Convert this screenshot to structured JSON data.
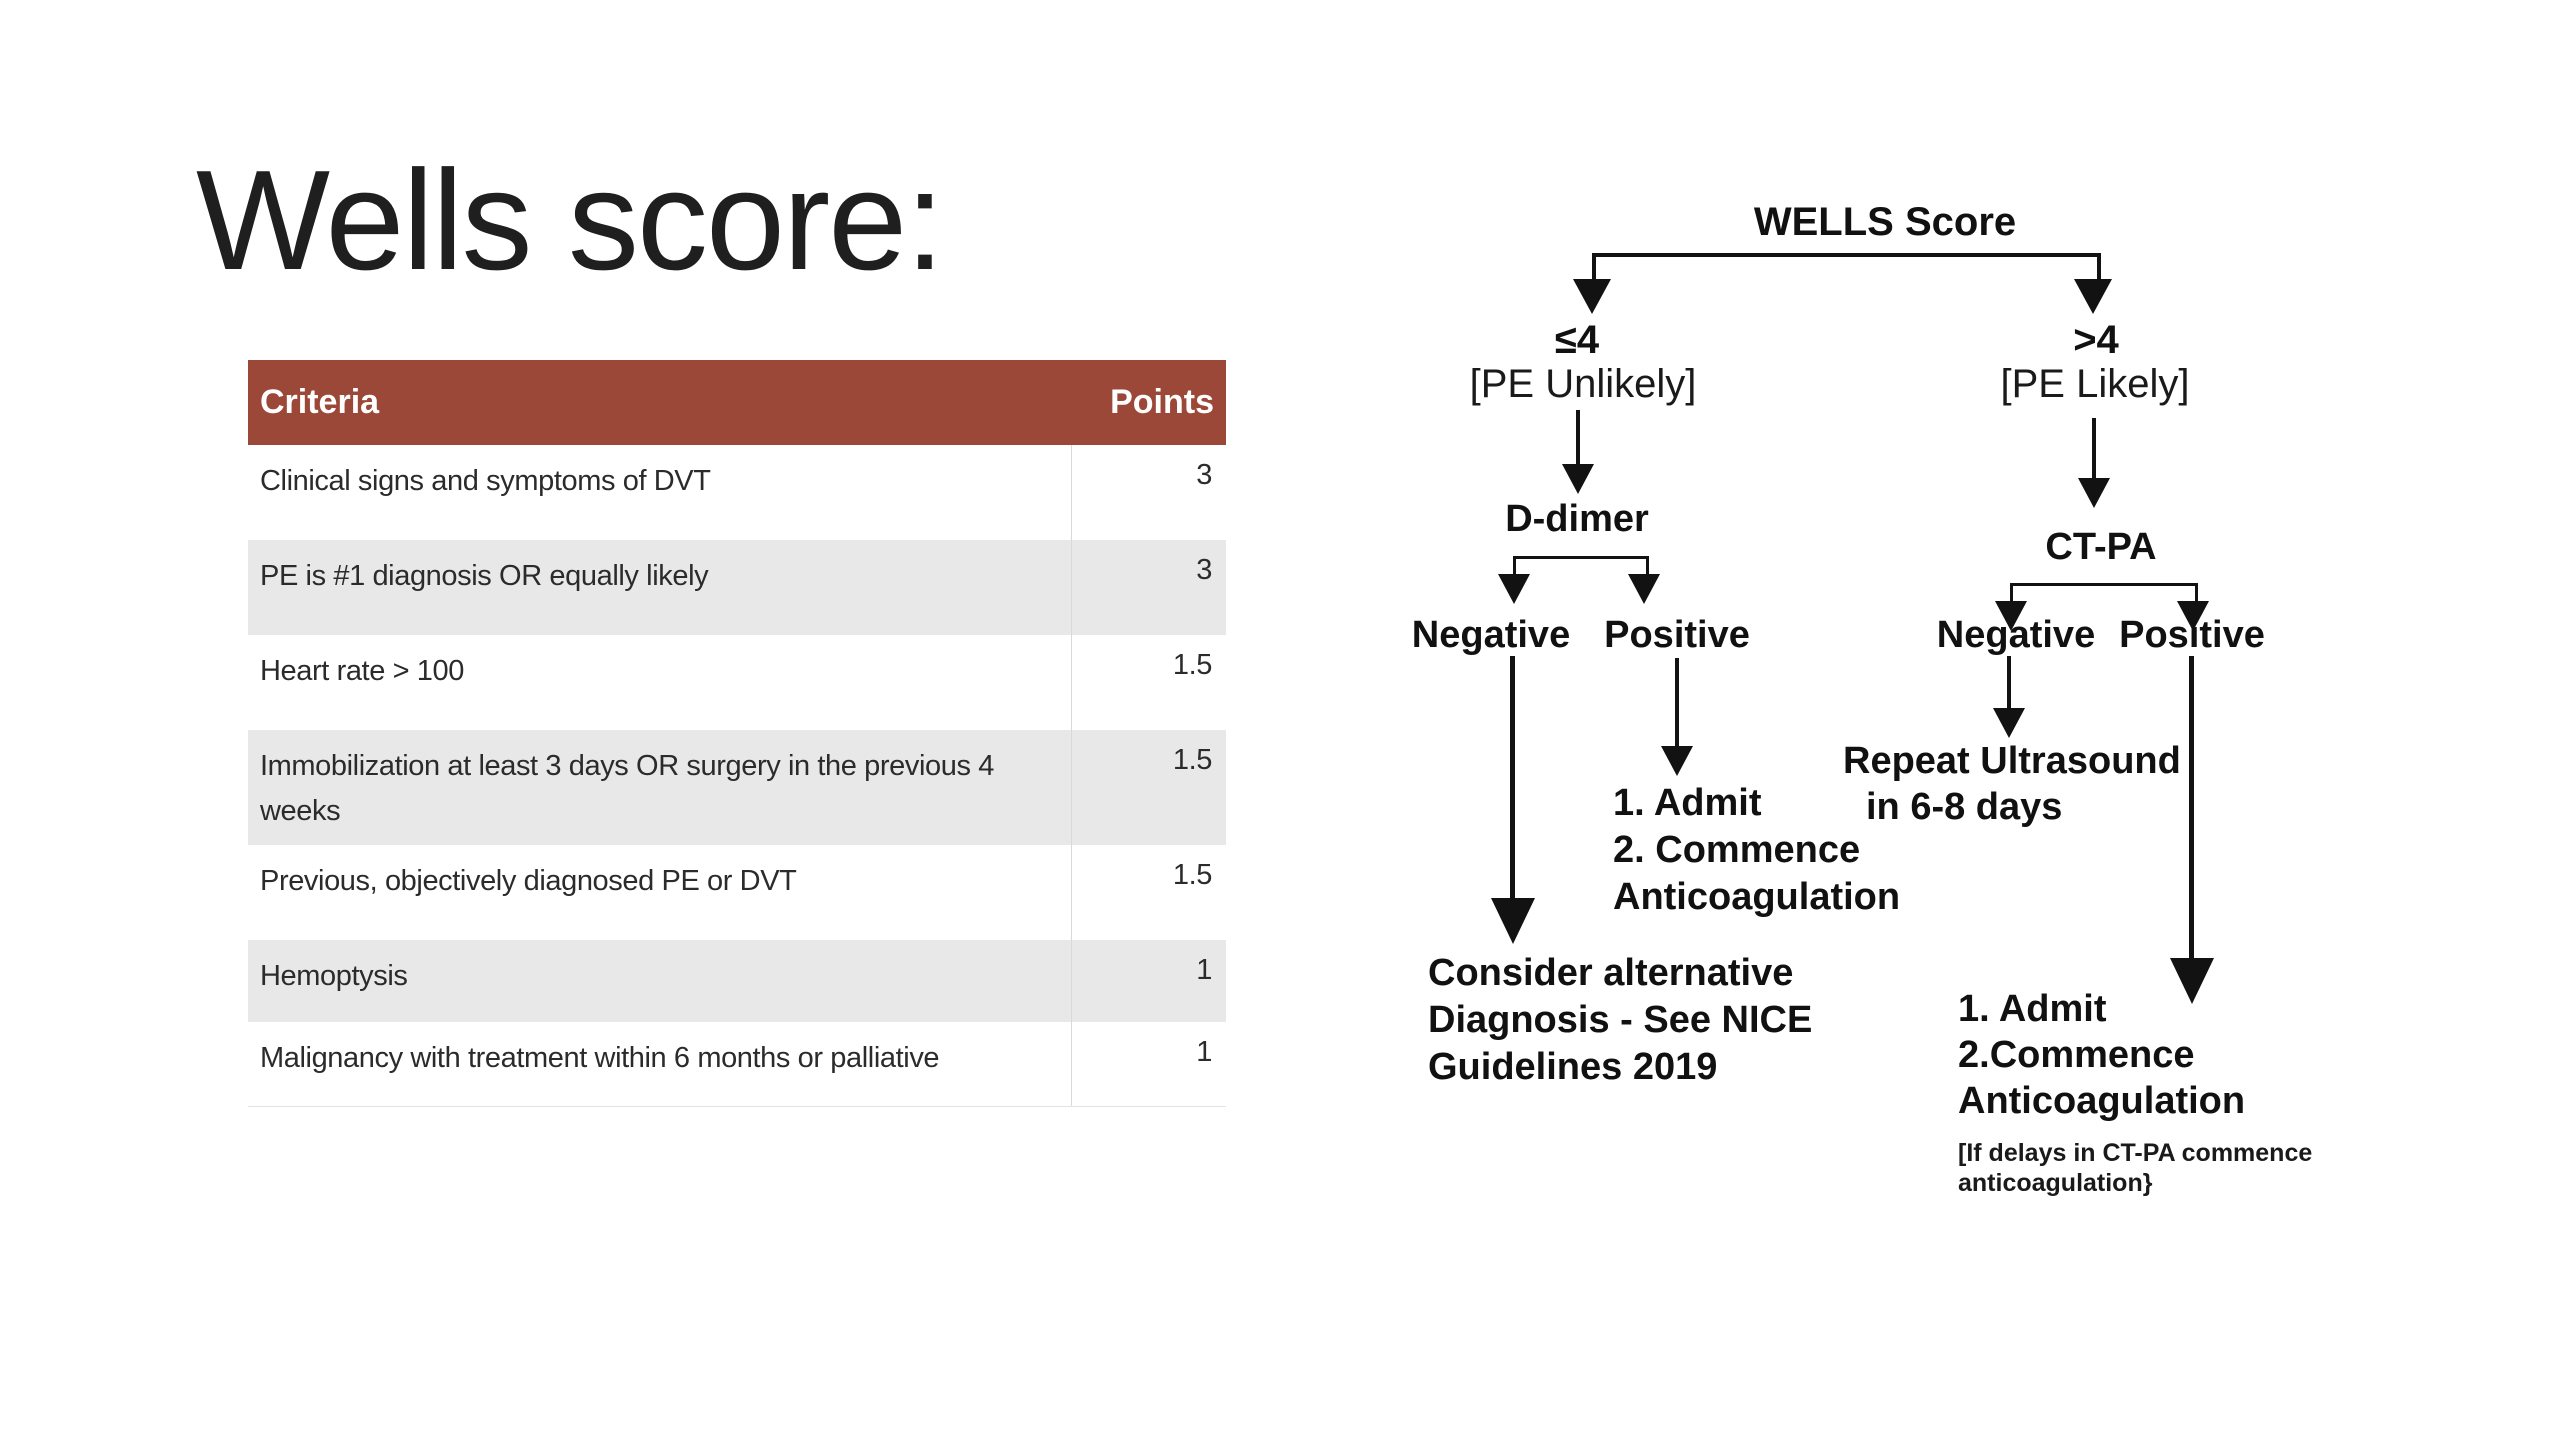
{
  "slide_title": "Wells score:",
  "table": {
    "header": {
      "criteria": "Criteria",
      "points": "Points"
    },
    "rows": [
      {
        "criteria": "Clinical signs and symptoms of DVT",
        "points": "3"
      },
      {
        "criteria": "PE is #1 diagnosis OR equally likely",
        "points": "3"
      },
      {
        "criteria": "Heart rate > 100",
        "points": "1.5"
      },
      {
        "criteria": "Immobilization at least 3 days OR surgery in the previous 4 weeks",
        "points": "1.5"
      },
      {
        "criteria": "Previous, objectively diagnosed PE or DVT",
        "points": "1.5"
      },
      {
        "criteria": "Hemoptysis",
        "points": "1"
      },
      {
        "criteria": "Malignancy with treatment within 6 months or palliative",
        "points": "1"
      }
    ],
    "colors": {
      "header_bg": "#9C4839",
      "header_text": "#FFFFFF",
      "shaded_row_bg": "#E8E8E8"
    }
  },
  "flowchart": {
    "title": "WELLS Score",
    "left": {
      "score": "≤4",
      "likelihood": "[PE Unlikely]",
      "test": "D-dimer",
      "negative_label": "Negative",
      "positive_label": "Positive",
      "positive_outcome": {
        "0": "1. Admit",
        "1": "2. Commence",
        "2": "Anticoagulation"
      },
      "negative_outcome": {
        "0": "Consider alternative",
        "1": "Diagnosis - See NICE",
        "2": "Guidelines 2019"
      }
    },
    "right": {
      "score": ">4",
      "likelihood": "[PE Likely]",
      "test": "CT-PA",
      "negative_label": "Negative",
      "positive_label": "Positive",
      "negative_outcome": {
        "0": "Repeat Ultrasound",
        "1": "in 6-8 days"
      },
      "positive_outcome": {
        "0": "1. Admit",
        "1": "2.Commence",
        "2": "Anticoagulation"
      },
      "positive_note": {
        "0": "[If delays in CT-PA commence",
        "1": "anticoagulation}"
      }
    }
  }
}
